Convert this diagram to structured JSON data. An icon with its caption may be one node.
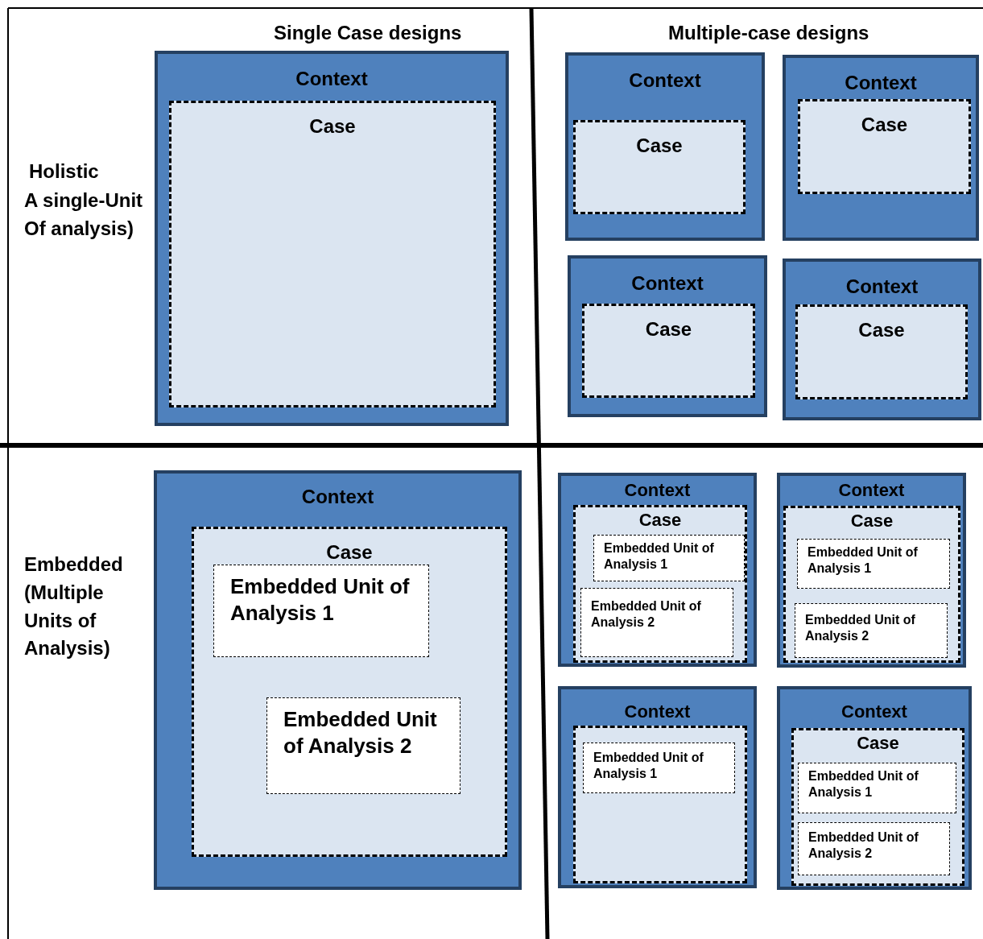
{
  "diagram": {
    "nodes": [
      {
        "text": [
          "Context"
        ]
      },
      {
        "text": [
          "Case"
        ],
        "in": 0
      },
      {
        "text": [
          "Context"
        ]
      },
      {
        "text": [
          "Case"
        ],
        "in": 2
      },
      {
        "text": [
          "Context"
        ]
      },
      {
        "text": [
          "Case"
        ],
        "in": 4
      },
      {
        "text": [
          "Context"
        ]
      },
      {
        "text": [
          "Case"
        ],
        "in": 6
      },
      {
        "text": [
          "Context"
        ]
      },
      {
        "text": [
          "Case"
        ],
        "in": 8
      },
      {
        "text": [
          "Context"
        ]
      },
      {
        "text": [
          "Case"
        ],
        "in": 10
      },
      {
        "text": [
          "Embedded Unit of Analysis 1"
        ],
        "in": 11
      },
      {
        "text": [
          "Embedded Unit of Analysis 2"
        ],
        "in": 11
      },
      {
        "text": [
          "Context"
        ]
      },
      {
        "text": [
          "Case"
        ],
        "in": 14
      },
      {
        "text": [
          "Embedded Unit of Analysis 1"
        ],
        "in": 15
      },
      {
        "text": [
          "Embedded Unit of Analysis 2"
        ],
        "in": 15
      },
      {
        "text": [
          "Context"
        ]
      },
      {
        "text": [
          "Case"
        ],
        "in": 18
      },
      {
        "text": [
          "Embedded Unit of Analysis 1"
        ],
        "in": 19
      },
      {
        "text": [
          "Embedded Unit of Analysis 2"
        ],
        "in": 19
      },
      {
        "text": [
          "Context"
        ]
      },
      {
        "text": [],
        "shape": "box",
        "in": 22
      },
      {
        "text": [
          "Embedded Unit of Analysis 1"
        ],
        "in": 23
      },
      {
        "text": [
          "Context"
        ]
      },
      {
        "text": [
          "Case"
        ],
        "in": 25
      },
      {
        "text": [
          "Embedded Unit of Analysis 1"
        ],
        "in": 26
      },
      {
        "text": [
          "Embedded Unit of Analysis 2"
        ],
        "in": 26
      }
    ],
    "labels": [
      "Single Case designs",
      "Multiple-case designs",
      "Holistic",
      "A single-Unit Of analysis)",
      "Embedded (Multiple Units of Analysis)"
    ]
  }
}
